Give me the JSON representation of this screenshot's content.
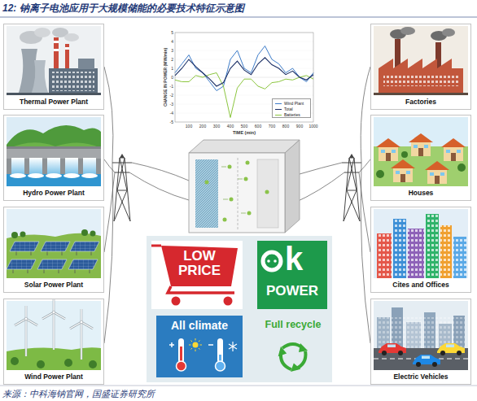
{
  "diagram": {
    "title": "12: 钠离子电池应用于大规模储能的必要技术特征示意图",
    "caption": "来源：中科海钠官网，国盛证券研究所",
    "nodes": [
      {
        "text": [
          "Thermal Power Plant"
        ]
      },
      {
        "text": [
          "Hydro Power Plant"
        ]
      },
      {
        "text": [
          "Solar Power Plant"
        ]
      },
      {
        "text": [
          "Wind Power Plant"
        ]
      },
      {
        "text": [
          "LOW PRICE"
        ]
      },
      {
        "text": [
          "k",
          "POWER"
        ]
      },
      {
        "text": [
          "All climate"
        ]
      },
      {
        "text": [
          "Full recycle"
        ]
      },
      {
        "text": [
          "Factories"
        ]
      },
      {
        "text": [
          "Houses"
        ]
      },
      {
        "text": [
          "Cites and Offices"
        ]
      },
      {
        "text": [
          "Electric Vehicles"
        ]
      }
    ],
    "labels": [
      "CHANGE IN POWER (MW/min)",
      "TIME (min)",
      "5",
      "4",
      "3",
      "2",
      "1",
      "0",
      "-1",
      "-2",
      "-3",
      "-4",
      "-5",
      "100",
      "200",
      "300",
      "400",
      "500",
      "600",
      "700",
      "800",
      "900",
      "1000"
    ],
    "legend": [
      {
        "text": "Wind Plant"
      },
      {
        "text": "Total"
      },
      {
        "text": "Batteries"
      }
    ]
  }
}
